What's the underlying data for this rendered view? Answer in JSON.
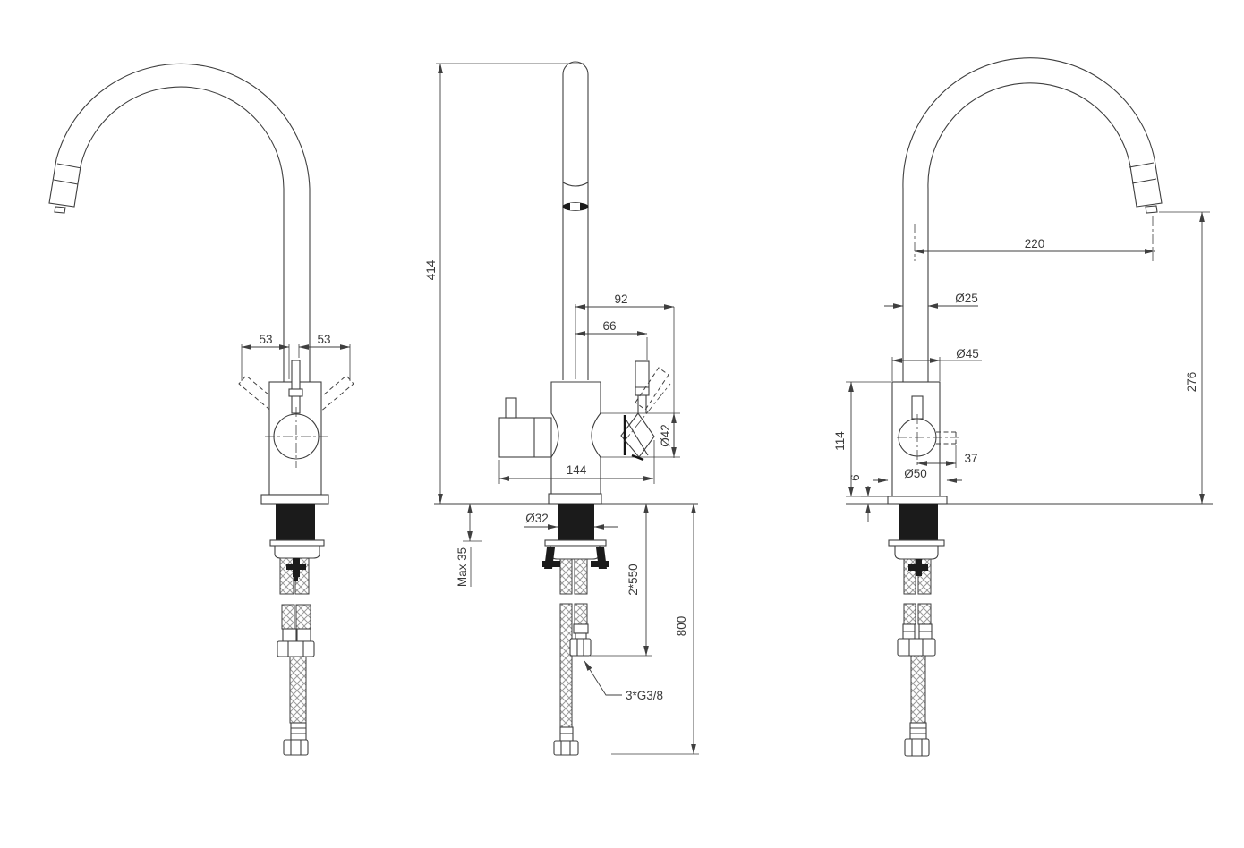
{
  "colors": {
    "line": "#3f3f3f",
    "dark_fill": "#1b1b1b",
    "background": "#ffffff",
    "hatch": "#9a9a9a"
  },
  "views": {
    "front": {
      "dims": {
        "lever_left": "53",
        "lever_right": "53"
      }
    },
    "side": {
      "dims": {
        "height": "414",
        "reach_outer": "92",
        "reach_inner": "66",
        "valve_dia": "Ø42",
        "width": "144",
        "shank_dia": "Ø32",
        "counter_max": "Max 35",
        "hose_len": "2*550",
        "total_len": "800",
        "thread": "3*G3/8"
      }
    },
    "back": {
      "dims": {
        "reach": "220",
        "pipe_dia": "Ø25",
        "body_dia": "Ø45",
        "height_outlet": "276",
        "body_h": "114",
        "knob_offset": "37",
        "base_h": "6",
        "base_dia": "Ø50"
      }
    }
  }
}
